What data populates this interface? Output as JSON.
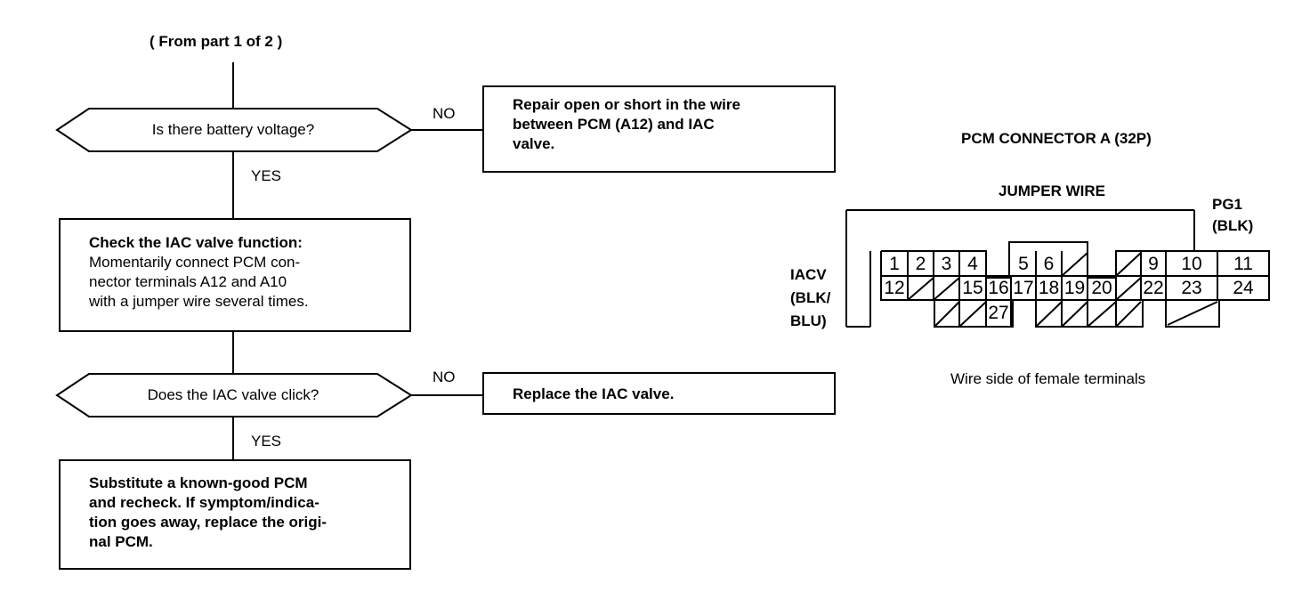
{
  "flowchart": {
    "start_note": "( From part 1 of 2 )",
    "decision1": {
      "question": "Is there battery voltage?",
      "no_label": "NO",
      "yes_label": "YES"
    },
    "repair_box": [
      "Repair open or short in the wire",
      "between PCM (A12) and IAC",
      "valve."
    ],
    "check_box": {
      "title": "Check the IAC valve function:",
      "lines": [
        "Momentarily connect PCM con-",
        "nector terminals A12 and A10",
        "with a jumper wire several times."
      ]
    },
    "decision2": {
      "question": "Does the IAC valve click?",
      "no_label": "NO",
      "yes_label": "YES"
    },
    "replace_box": "Replace the IAC valve.",
    "substitute_box": [
      "Substitute a known-good PCM",
      "and recheck. If symptom/indica-",
      "tion goes away, replace the origi-",
      "nal PCM."
    ]
  },
  "connector": {
    "title": "PCM CONNECTOR A (32P)",
    "jumper_label": "JUMPER WIRE",
    "pg1_label": [
      "PG1",
      "(BLK)"
    ],
    "iacv_label": [
      "IACV",
      "(BLK/",
      "BLU)"
    ],
    "caption": "Wire side of female terminals",
    "terminals": [
      "1",
      "2",
      "3",
      "4",
      "5",
      "6",
      "9",
      "10",
      "11",
      "12",
      "15",
      "16",
      "17",
      "18",
      "19",
      "20",
      "22",
      "23",
      "24",
      "27"
    ]
  }
}
